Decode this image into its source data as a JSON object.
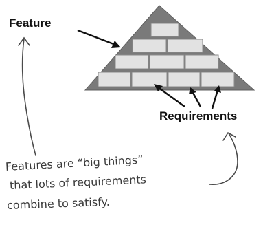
{
  "labels": {
    "feature": "Feature",
    "requirements": "Requirements"
  },
  "note": {
    "lines": [
      "Features are “big things”",
      "that lots of requirements",
      "combine to satisfy."
    ]
  },
  "icons": [
    "pyramid-of-bricks-icon",
    "arrow-icon",
    "hand-drawn-arrow-icon"
  ],
  "colors": {
    "pyramid_fill": "#7a7a7a",
    "brick_fill": "#e2e2e2",
    "brick_stroke": "#8a8a8a",
    "ink": "#111111",
    "handwriting": "#3a3a3a"
  }
}
